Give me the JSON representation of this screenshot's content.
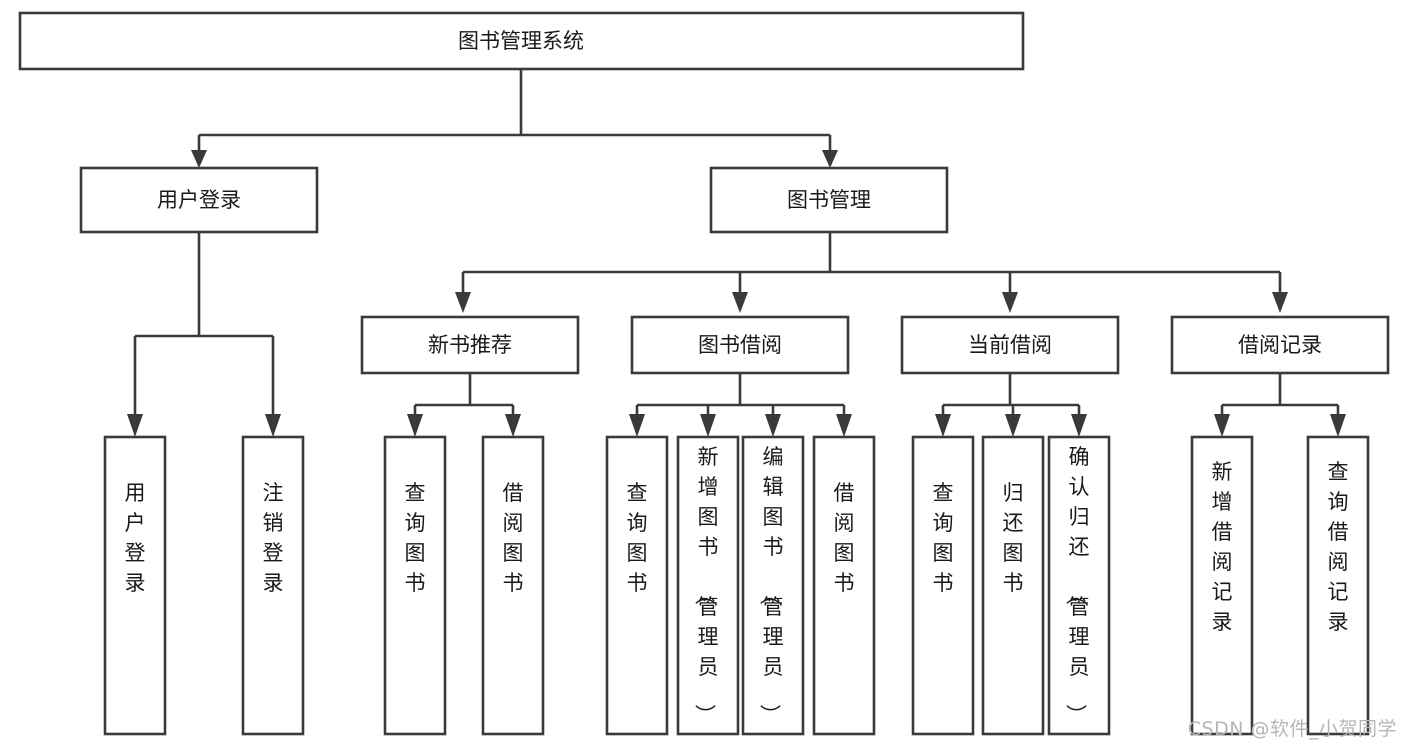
{
  "diagram": {
    "type": "tree-hierarchy",
    "title": "图书管理系统",
    "watermark": "CSDN @软件_小贺同学",
    "colors": {
      "stroke": "#3a3a3a",
      "fill": "#ffffff",
      "text": "#1a1a1a",
      "watermark": "#b6b6b6",
      "background": "#ffffff"
    },
    "levels": {
      "root": "图书管理系统",
      "level2": [
        "用户登录",
        "图书管理"
      ],
      "level3": [
        "新书推荐",
        "图书借阅",
        "当前借阅",
        "借阅记录"
      ]
    },
    "nodes": {
      "root": {
        "label": "图书管理系统",
        "orientation": "horizontal"
      },
      "user_login": {
        "label": "用户登录",
        "orientation": "horizontal"
      },
      "book_manage": {
        "label": "图书管理",
        "orientation": "horizontal"
      },
      "new_book_rec": {
        "label": "新书推荐",
        "orientation": "horizontal"
      },
      "book_borrow": {
        "label": "图书借阅",
        "orientation": "horizontal"
      },
      "current_borrow": {
        "label": "当前借阅",
        "orientation": "horizontal"
      },
      "borrow_record": {
        "label": "借阅记录",
        "orientation": "horizontal"
      },
      "leaf_user_login": {
        "label": "用户登录",
        "orientation": "vertical"
      },
      "leaf_logout": {
        "label": "注销登录",
        "orientation": "vertical"
      },
      "leaf_query_book_1": {
        "label": "查询图书",
        "orientation": "vertical"
      },
      "leaf_borrow_book_1": {
        "label": "借阅图书",
        "orientation": "vertical"
      },
      "leaf_query_book_2": {
        "label": "查询图书",
        "orientation": "vertical"
      },
      "leaf_add_book": {
        "label": "新增图书（管理员）",
        "orientation": "vertical"
      },
      "leaf_edit_book": {
        "label": "编辑图书（管理员）",
        "orientation": "vertical"
      },
      "leaf_borrow_book_2": {
        "label": "借阅图书",
        "orientation": "vertical"
      },
      "leaf_query_book_3": {
        "label": "查询图书",
        "orientation": "vertical"
      },
      "leaf_return_book": {
        "label": "归还图书",
        "orientation": "vertical"
      },
      "leaf_confirm_return": {
        "label": "确认归还（管理员）",
        "orientation": "vertical"
      },
      "leaf_add_record": {
        "label": "新增借阅记录",
        "orientation": "vertical"
      },
      "leaf_query_record": {
        "label": "查询借阅记录",
        "orientation": "vertical"
      }
    },
    "edges": [
      {
        "from": "root",
        "to": "用户登录"
      },
      {
        "from": "root",
        "to": "图书管理"
      },
      {
        "from": "用户登录",
        "to": "用户登录(叶)"
      },
      {
        "from": "用户登录",
        "to": "注销登录"
      },
      {
        "from": "图书管理",
        "to": "新书推荐"
      },
      {
        "from": "图书管理",
        "to": "图书借阅"
      },
      {
        "from": "图书管理",
        "to": "当前借阅"
      },
      {
        "from": "图书管理",
        "to": "借阅记录"
      },
      {
        "from": "新书推荐",
        "to": "查询图书"
      },
      {
        "from": "新书推荐",
        "to": "借阅图书"
      },
      {
        "from": "图书借阅",
        "to": "查询图书"
      },
      {
        "from": "图书借阅",
        "to": "新增图书（管理员）"
      },
      {
        "from": "图书借阅",
        "to": "编辑图书（管理员）"
      },
      {
        "from": "图书借阅",
        "to": "借阅图书"
      },
      {
        "from": "当前借阅",
        "to": "查询图书"
      },
      {
        "from": "当前借阅",
        "to": "归还图书"
      },
      {
        "from": "当前借阅",
        "to": "确认归还（管理员）"
      },
      {
        "from": "借阅记录",
        "to": "新增借阅记录"
      },
      {
        "from": "借阅记录",
        "to": "查询借阅记录"
      }
    ]
  }
}
